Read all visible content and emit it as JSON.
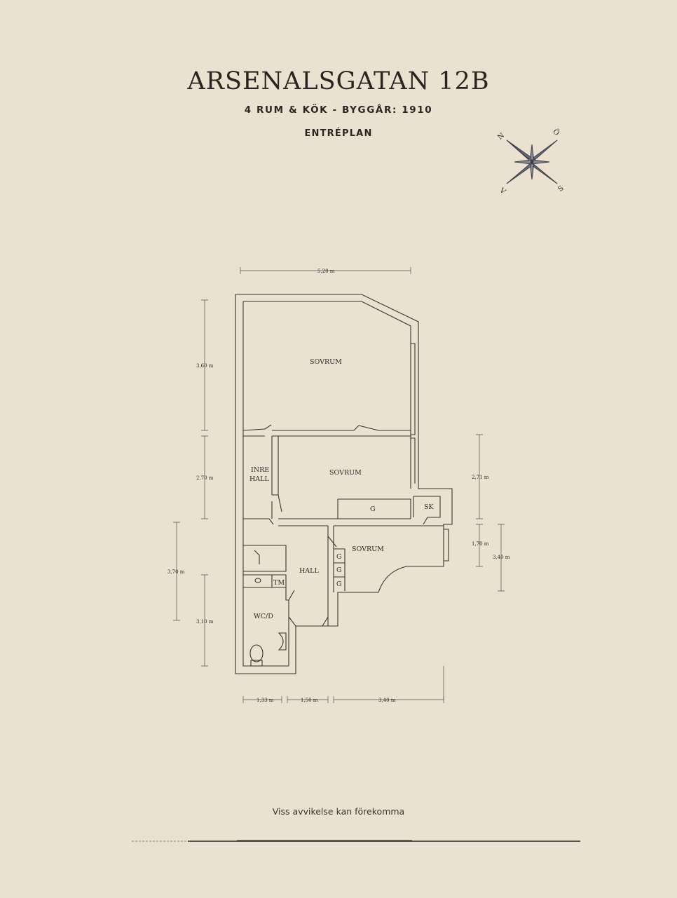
{
  "header": {
    "title": "ARSENALSGATAN 12B",
    "subtitle": "4 RUM & KÖK  -  BYGGÅR: 1910",
    "plan_name": "ENTRÉPLAN"
  },
  "compass": {
    "labels": {
      "n": "N",
      "o": "Ö",
      "s": "S",
      "v": "V"
    }
  },
  "rooms": {
    "sovrum_1": "SOVRUM",
    "sovrum_2": "SOVRUM",
    "sovrum_3": "SOVRUM",
    "inre_hall_1": "INRE",
    "inre_hall_2": "HALL",
    "hall": "HALL",
    "wc": "WC/D",
    "tm": "TM",
    "sk": "SK",
    "g_1": "G",
    "g_2": "G",
    "g_3": "G",
    "g_4": "G"
  },
  "dimensions": {
    "top_width": "5,20 m",
    "left_1": "3,60 m",
    "left_2": "2,70 m",
    "left_outer": "3,70 m",
    "left_3": "3,10 m",
    "right_1": "2,71 m",
    "right_2": "1,70 m",
    "right_outer": "3,40 m",
    "bottom_1": "1,33 m",
    "bottom_2": "1,50 m",
    "bottom_3": "3,40 m"
  },
  "footer": {
    "disclaimer": "Viss avvikelse kan förekomma"
  },
  "colors": {
    "background": "#ebe1d1",
    "ink": "#2b2622"
  }
}
